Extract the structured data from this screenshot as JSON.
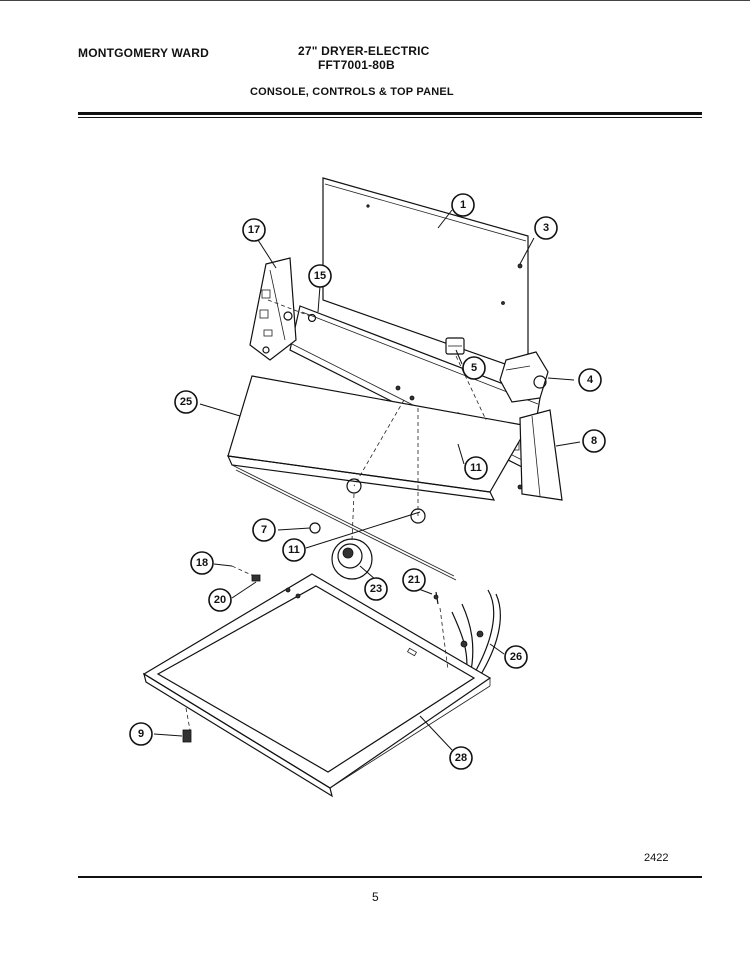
{
  "header": {
    "brand": "MONTGOMERY WARD",
    "model_line1": "27\" DRYER-ELECTRIC",
    "model_line2": "FFT7001-80B",
    "section_title": "CONSOLE, CONTROLS & TOP PANEL"
  },
  "footer": {
    "diagram_number": "2422",
    "page_number": "5"
  },
  "callouts": {
    "c1": "1",
    "c3": "3",
    "c4": "4",
    "c5": "5",
    "c7": "7",
    "c8": "8",
    "c9": "9",
    "c11a": "11",
    "c11b": "11",
    "c15": "15",
    "c17": "17",
    "c18": "18",
    "c20": "20",
    "c21": "21",
    "c23": "23",
    "c25": "25",
    "c26": "26",
    "c28": "28"
  }
}
